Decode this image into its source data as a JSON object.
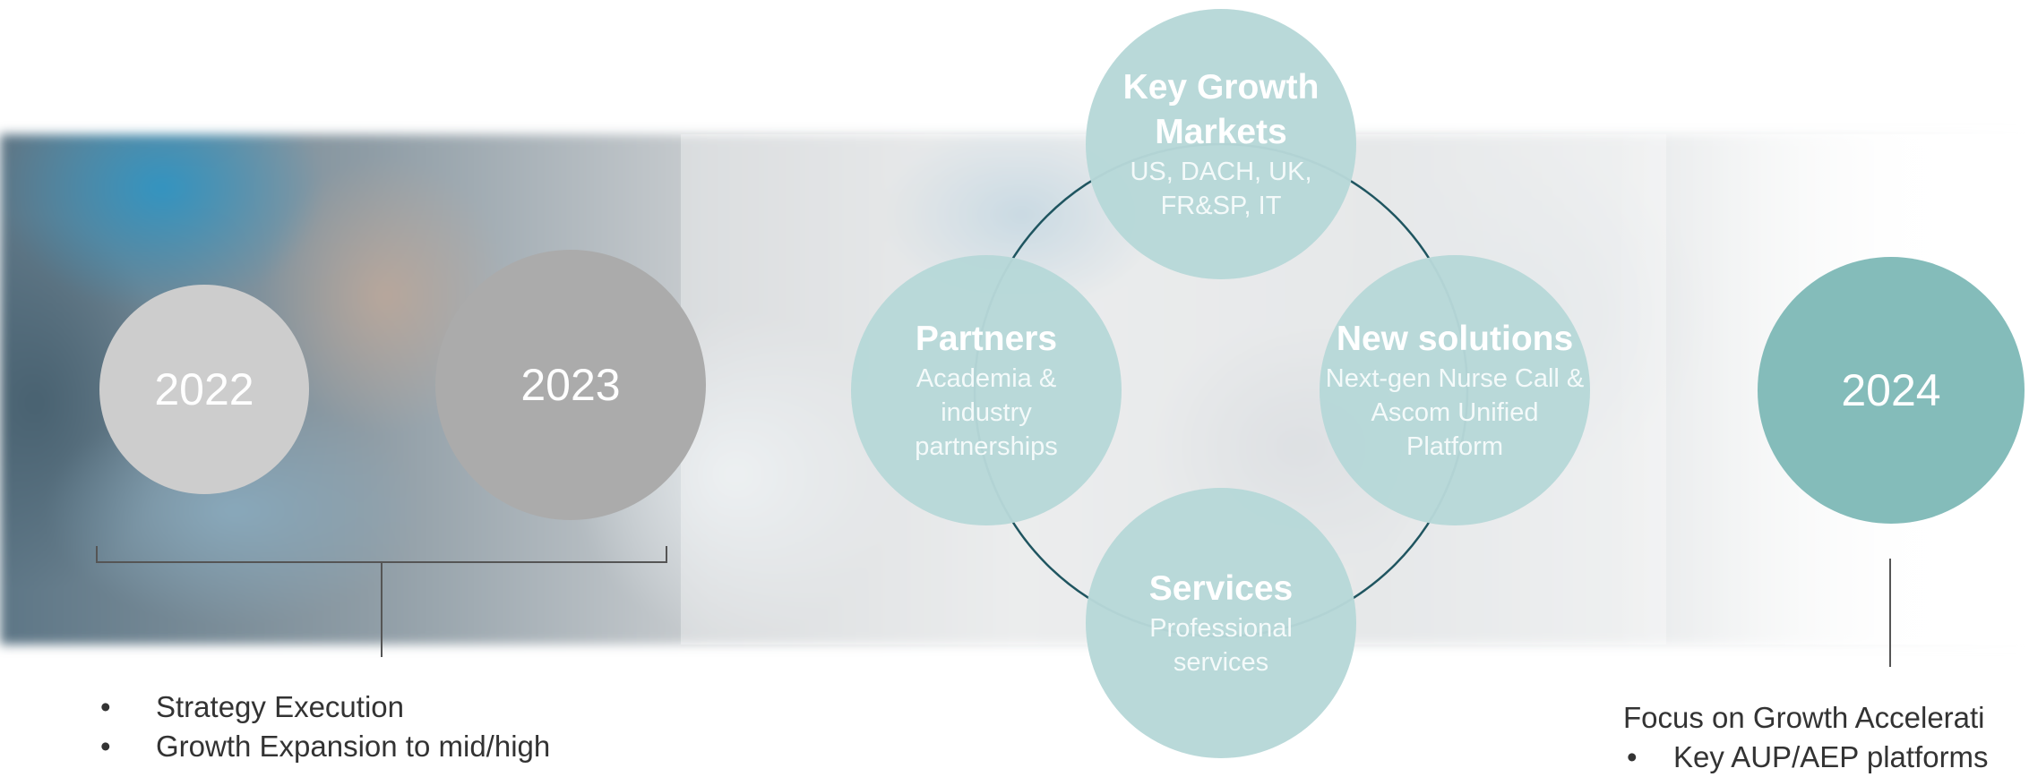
{
  "years": {
    "y2022": "2022",
    "y2023": "2023",
    "y2024": "2024"
  },
  "focus_areas": {
    "key_growth": {
      "title": "Key Growth Markets",
      "subtitle": "US, DACH, UK, FR&SP, IT"
    },
    "partners": {
      "title": "Partners",
      "subtitle": "Academia & industry partnerships"
    },
    "new_solutions": {
      "title": "New solutions",
      "subtitle": "Next-gen Nurse Call & Ascom Unified Platform"
    },
    "services": {
      "title": "Services",
      "subtitle": "Professional services"
    }
  },
  "bullets_2022_2023": [
    "Strategy Execution",
    "Growth Expansion to mid/high"
  ],
  "focus_2024": {
    "heading": "Focus on Growth Accelerati",
    "items": [
      "Key AUP/AEP platforms"
    ]
  },
  "colors": {
    "circle_2022": "#cdcdcd",
    "circle_2023": "#ababab",
    "circle_2024": "#84bcba",
    "focus_circle": "#b7d8d8",
    "ring_line": "#1f5560",
    "bracket_line": "#555555"
  },
  "bullet_symbol": "•"
}
